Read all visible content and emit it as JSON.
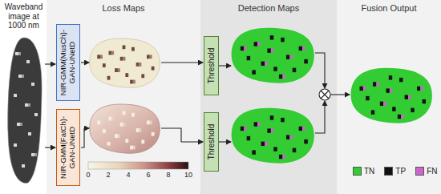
{
  "diagram": {
    "nodes": [
      {
        "text": [
          "Loss Maps"
        ]
      },
      {
        "text": [
          "NIR-GMM(MusCh)-GAN-UNetD"
        ],
        "in": 0
      },
      {
        "text": [
          "NIR-GMM(FatCh)-GAN-UNetD"
        ],
        "in": 0
      },
      {
        "text": [
          "Detection Maps"
        ]
      },
      {
        "text": [
          "Threshold"
        ],
        "in": 3
      },
      {
        "text": [
          "Threshold"
        ],
        "in": 3
      },
      {
        "text": [
          "Fusion Output"
        ]
      }
    ],
    "labels": [
      "Waveband image at 1000 nm",
      "0",
      "2",
      "4",
      "6",
      "8",
      "10"
    ],
    "legend": [
      {
        "text": "TN",
        "color": "#33cc33"
      },
      {
        "text": "TP",
        "color": "#111111"
      },
      {
        "text": "FN",
        "color": "#cc66cc"
      }
    ]
  }
}
